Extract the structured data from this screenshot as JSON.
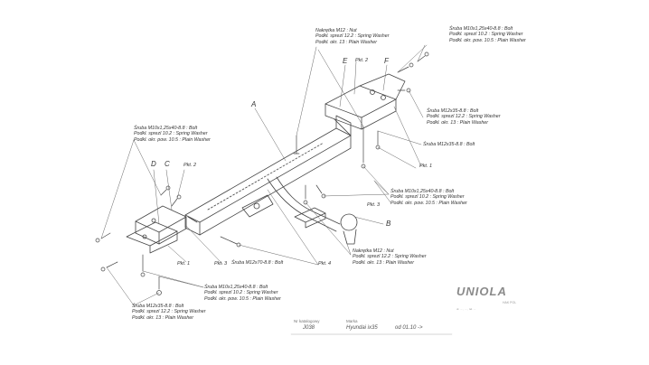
{
  "callouts": {
    "nut_top": {
      "lines": [
        "Nakrętka M12 : Nut",
        "Podkł. sprezl 12.2 : Spring Washer",
        "Podkł. okr. 13 : Plain Washer"
      ]
    },
    "bolt_top_right": {
      "lines": [
        "Śruba M10x1,25x40-8.8 : Bolt",
        "Podkł. sprezl 10.2 : Spring Washer",
        "Podkł. okr. pow. 10.5 : Plain Washer"
      ]
    },
    "bolt_m12_right": {
      "lines": [
        "Śruba M12x35-8.8 : Bolt",
        "Podkł. sprezl 12.2 : Spring Washer",
        "Podkł. okr. 13 : Plain Washer"
      ]
    },
    "bolt_m12_right_single": {
      "lines": [
        "Śruba M12x35-8.8 : Bolt"
      ]
    },
    "bolt_left": {
      "lines": [
        "Śruba M10x1,25x40-8.8 : Bolt",
        "Podkł. sprezl 10.2 : Spring Washer",
        "Podkł. okr. pow. 10.5 : Plain Washer"
      ]
    },
    "bolt_center_right": {
      "lines": [
        "Śruba M10x1,25x40-8.8 : Bolt",
        "Podkł. sprezl 10.2 : Spring Washer",
        "Podkł. okr. pow. 10.5 : Plain Washer"
      ]
    },
    "nut_lower_right": {
      "lines": [
        "Nakrętka M12 : Nut",
        "Podkł. sprezl 12.2 : Spring Washer",
        "Podkł. okr. 13 : Plain Washer"
      ]
    },
    "bolt_m12x70": {
      "lines": [
        "Śruba M12x70-8.8 : Bolt"
      ]
    },
    "bolt_bottom_center": {
      "lines": [
        "Śruba M10x1,25x40-8.8 : Bolt",
        "Podkł. sprezl 10.2 : Spring Washer",
        "Podkł. okr. pow. 10.5 : Plain Washer"
      ]
    },
    "bolt_bottom_left": {
      "lines": [
        "Śruba M12x35-8.8 : Bolt",
        "Podkł. sprezl 12.2 : Spring Washer",
        "Podkł. okr. 13 : Plain Washer"
      ]
    }
  },
  "part_letters": {
    "A": "A",
    "B": "B",
    "C": "C",
    "D": "D",
    "E": "E",
    "F": "F"
  },
  "pkt_labels": {
    "top_2": "Pkt. 2",
    "right_1": "Pkt. 1",
    "right_3": "Pkt. 3",
    "left_2": "Pkt. 2",
    "left_1": "Pkt. 1",
    "left_3": "Pkt. 3",
    "bottom_4": "Pkt. 4"
  },
  "meta": {
    "code_caption": "Nr katalogowy",
    "code": "J038",
    "model_caption": "Marka",
    "model": "Hyundai ix35",
    "year": "od 01.10 ->"
  },
  "logo": {
    "brand": "UNIOLA",
    "subtitle": "HAK POL",
    "address": "ul. ... , ... , tel. ..."
  },
  "colors": {
    "line": "#444444",
    "text": "#333333",
    "muted": "#888888"
  }
}
